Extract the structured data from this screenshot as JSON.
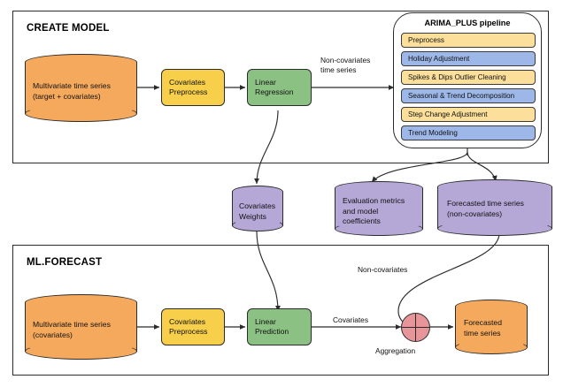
{
  "diagram": {
    "frames": [
      {
        "id": "create-model",
        "title": "CREATE MODEL"
      },
      {
        "id": "ml-forecast",
        "title": "ML.FORECAST"
      }
    ],
    "colors": {
      "orange_fill": "#f5a95d",
      "orange_stroke": "#2b2b2b",
      "yellow_fill": "#f7cf4b",
      "yellow_step_fill": "#fbdf9a",
      "blue_step_fill": "#9db7e8",
      "green_fill": "#8bc183",
      "purple_fill": "#b5a7d6",
      "red_fill": "#e8959a",
      "line": "#2b2b2b"
    },
    "create_model": {
      "source_cylinder": {
        "label": "Multivariate time series\n(target + covariates)",
        "fill": "#f5a95d"
      },
      "preprocess_box": {
        "label": "Covariates\nPreprocess",
        "fill": "#f7cf4b"
      },
      "regression_box": {
        "label": "Linear\nRegression",
        "fill": "#8bc183"
      },
      "branch_label": "Non-covariates\ntime series",
      "pipeline": {
        "title": "ARIMA_PLUS pipeline",
        "steps": [
          {
            "label": "Preprocess",
            "fill": "#fbdf9a"
          },
          {
            "label": "Holiday Adjustment",
            "fill": "#9db7e8"
          },
          {
            "label": "Spikes & Dips Outlier Cleaning",
            "fill": "#fbdf9a"
          },
          {
            "label": "Seasonal & Trend Decomposition",
            "fill": "#9db7e8"
          },
          {
            "label": "Step Change Adjustment",
            "fill": "#fbdf9a"
          },
          {
            "label": "Trend Modeling",
            "fill": "#9db7e8"
          }
        ]
      }
    },
    "artifacts": [
      {
        "id": "covariates-weights",
        "label": "Covariates\nWeights",
        "fill": "#b5a7d6"
      },
      {
        "id": "evaluation-metrics",
        "label": "Evaluation metrics\nand model\ncoefficients",
        "fill": "#b5a7d6"
      },
      {
        "id": "forecasted-non-covariates",
        "label": "Forecasted time series\n(non-covariates)",
        "fill": "#b5a7d6"
      }
    ],
    "ml_forecast": {
      "source_cylinder": {
        "label": "Multivariate time series\n(covariates)",
        "fill": "#f5a95d"
      },
      "preprocess_box": {
        "label": "Covariates\nPreprocess",
        "fill": "#f7cf4b"
      },
      "prediction_box": {
        "label": "Linear\nPrediction",
        "fill": "#8bc183"
      },
      "covariates_label": "Covariates",
      "non_covariates_label": "Non-covariates",
      "aggregation": {
        "label": "Aggregation",
        "fill": "#e8959a"
      },
      "output_cylinder": {
        "label": "Forecasted\ntime series",
        "fill": "#f5a95d"
      }
    }
  }
}
